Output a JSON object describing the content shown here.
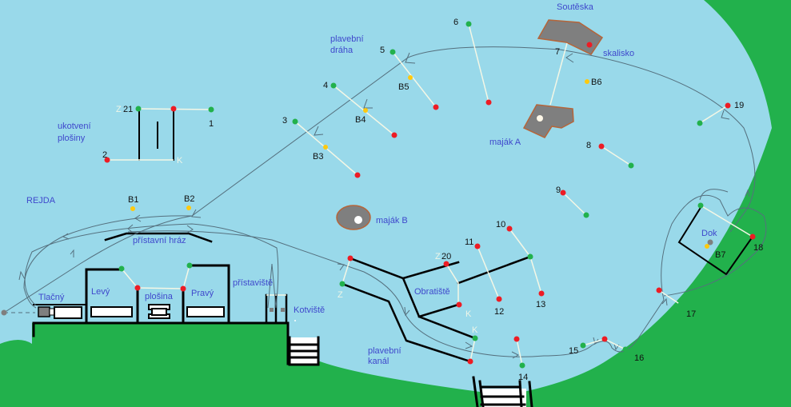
{
  "map": {
    "colors": {
      "water": "#99d9ea",
      "land": "#22b14c",
      "buoy_green": "#22b14c",
      "buoy_red": "#ed1c24",
      "buoy_yellow": "#ffc90e",
      "rock": "#7f7f7f",
      "rock_border": "#b5653a",
      "label": "#3f48cc"
    },
    "labels": {
      "soutesk": "Soutěska",
      "skalisko": "skalisko",
      "plavebni_draha_1": "plavební",
      "plavebni_draha_2": "dráha",
      "ukotveni_1": "ukotvení",
      "ukotveni_2": "plošiny",
      "rejda": "REJDA",
      "majak_a": "maják A",
      "majak_b": "maják B",
      "pristavni_hraz": "přístavní hráz",
      "pristaviste": "přístaviště",
      "kotviste": "Kotviště",
      "tlacny": "Tlačný",
      "levy": "Levý",
      "plosina": "plošina",
      "pravy": "Pravý",
      "obratiste": "Obratiště",
      "plavebni_kanal_1": "plavební",
      "plavebni_kanal_2": "kanál",
      "dok": "Dok"
    },
    "gate_numbers": [
      "1",
      "2",
      "3",
      "4",
      "5",
      "6",
      "7",
      "8",
      "9",
      "10",
      "11",
      "12",
      "13",
      "14",
      "15",
      "16",
      "17",
      "18",
      "19",
      "20",
      "21"
    ],
    "buoy_labels": [
      "B1",
      "B2",
      "B3",
      "B4",
      "B5",
      "B6",
      "B7"
    ],
    "start_finish": {
      "start": "Z",
      "finish": "K"
    }
  }
}
